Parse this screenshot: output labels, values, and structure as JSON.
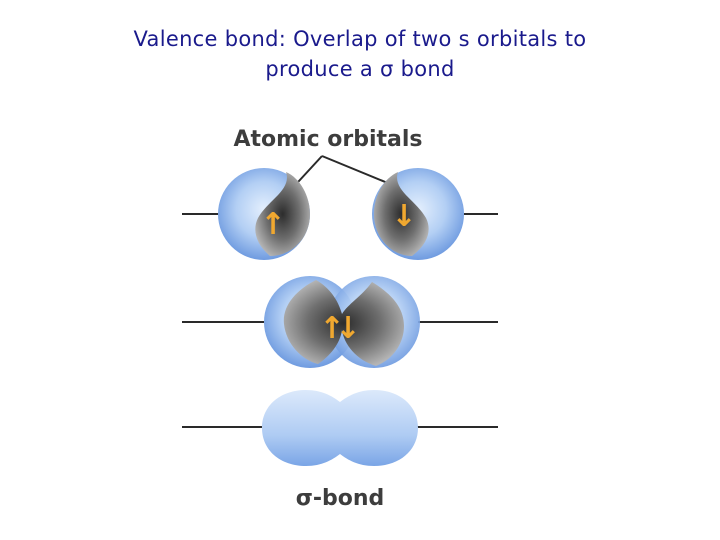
{
  "title": {
    "line1": "Valence bond: Overlap of two s orbitals to",
    "line2": "produce a σ bond"
  },
  "diagram": {
    "top_label": "Atomic orbitals",
    "bottom_label": "σ-bond",
    "spin_up": "↑",
    "spin_down": "↓"
  },
  "colors": {
    "title_text": "#1a1a8c",
    "orbital_blue": "#a9c8f2",
    "orbital_gray": "#6a6a6a",
    "arrow": "#f0a830",
    "axis_line": "#2a2a2a",
    "label_text": "#3d3d3d"
  }
}
